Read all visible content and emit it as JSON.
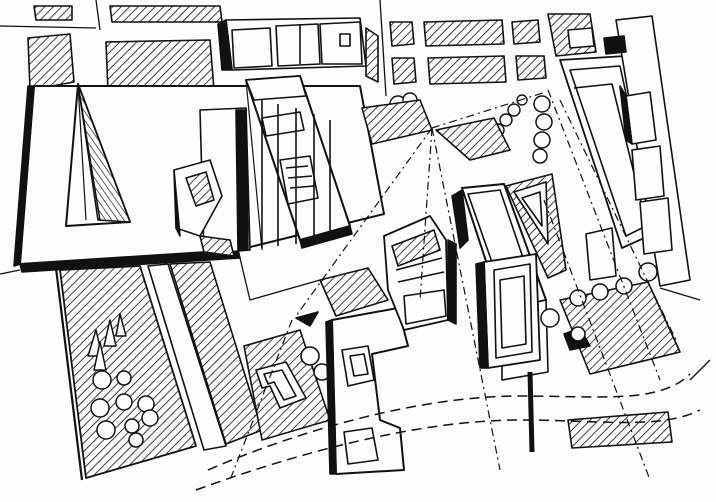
{
  "drawing": {
    "style": "black ink hatched axonometric urban site sketch",
    "ink_color": "#111111",
    "paper_color": "#fdfdfb",
    "elements": [
      "central-plaza-with-pyramid",
      "multi-storey-building",
      "ell-shaped-buildings",
      "tree-rows",
      "sight-lines",
      "curved-path",
      "hatched-city-blocks"
    ]
  }
}
